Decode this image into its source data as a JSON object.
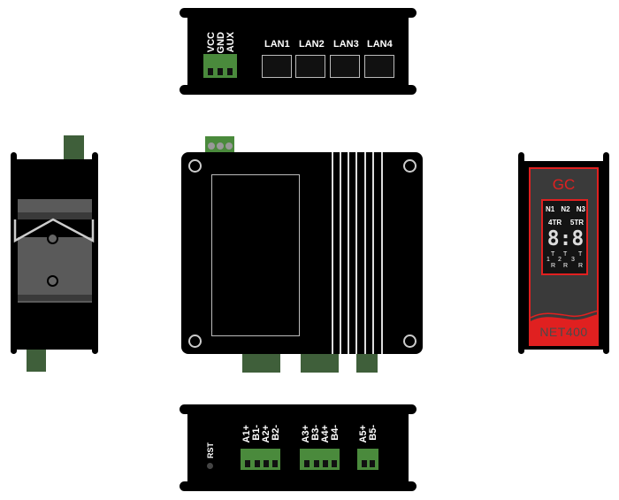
{
  "top_view": {
    "power_labels": [
      "VCC",
      "GND",
      "AUX"
    ],
    "lan_ports": [
      "LAN1",
      "LAN2",
      "LAN3",
      "LAN4"
    ]
  },
  "front_panel": {
    "brand": "GC",
    "indicators_row1": [
      "N1",
      "N2",
      "N3"
    ],
    "indicators_row2": [
      "4TR",
      "5TR"
    ],
    "display": "8:8",
    "port_numbers": [
      "1",
      "2",
      "3"
    ],
    "t_label": "T",
    "r_label": "R",
    "model": "NET400",
    "colors": {
      "accent": "#e02020",
      "panel": "#3a3a3a"
    }
  },
  "bottom_view": {
    "reset_label": "RST",
    "terminal_groups": [
      [
        "A1+",
        "B1-",
        "A2+",
        "B2-"
      ],
      [
        "A3+",
        "B3-",
        "A4+",
        "B4-"
      ],
      [
        "A5+",
        "B5-"
      ]
    ]
  }
}
